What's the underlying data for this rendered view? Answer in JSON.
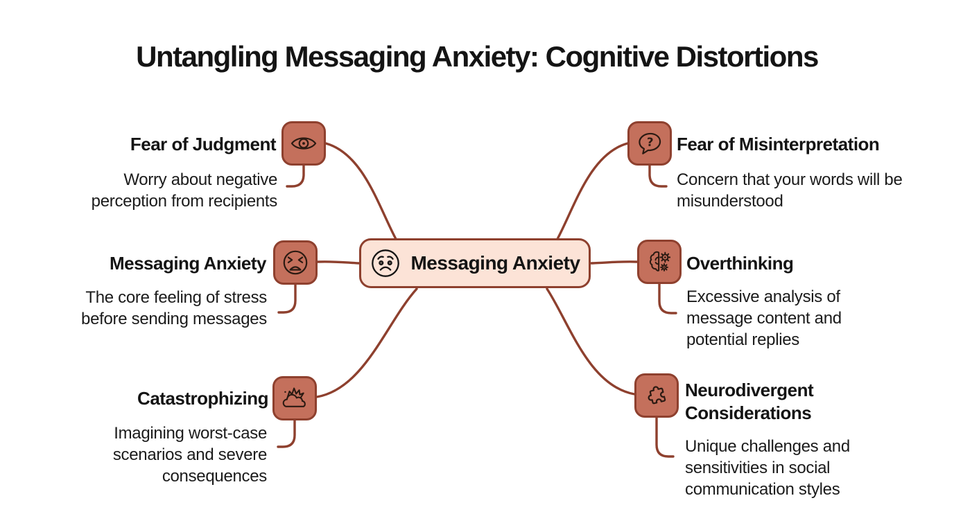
{
  "title": "Untangling Messaging Anxiety: Cognitive Distortions",
  "center": {
    "label": "Messaging Anxiety",
    "icon": "worried-face-icon"
  },
  "branches": [
    {
      "side": "left",
      "title": "Fear of Judgment",
      "description": "Worry about negative perception from recipients",
      "icon": "eye-icon"
    },
    {
      "side": "left",
      "title": "Messaging Anxiety",
      "description": "The core feeling of stress before sending messages",
      "icon": "anguished-face-icon"
    },
    {
      "side": "left",
      "title": "Catastrophizing",
      "description": "Imagining worst-case scenarios and severe consequences",
      "icon": "storm-burst-icon"
    },
    {
      "side": "right",
      "title": "Fear of Misinterpretation",
      "description": "Concern that your words will be misunderstood",
      "icon": "question-bubble-icon"
    },
    {
      "side": "right",
      "title": "Overthinking",
      "description": "Excessive analysis of message content and potential replies",
      "icon": "brain-gears-icon"
    },
    {
      "side": "right",
      "title": "Neurodivergent Considerations",
      "description": "Unique challenges and sensitivities in social communication styles",
      "icon": "puzzle-piece-icon"
    }
  ],
  "glyphs": {
    "question_mark": "?"
  },
  "colors": {
    "background": "#ffffff",
    "tile_fill": "#c4705c",
    "tile_border": "#8e402e",
    "center_fill": "#fce3d7",
    "line": "#8e402e",
    "icon_stroke": "#2b1a12",
    "text": "#141414"
  }
}
